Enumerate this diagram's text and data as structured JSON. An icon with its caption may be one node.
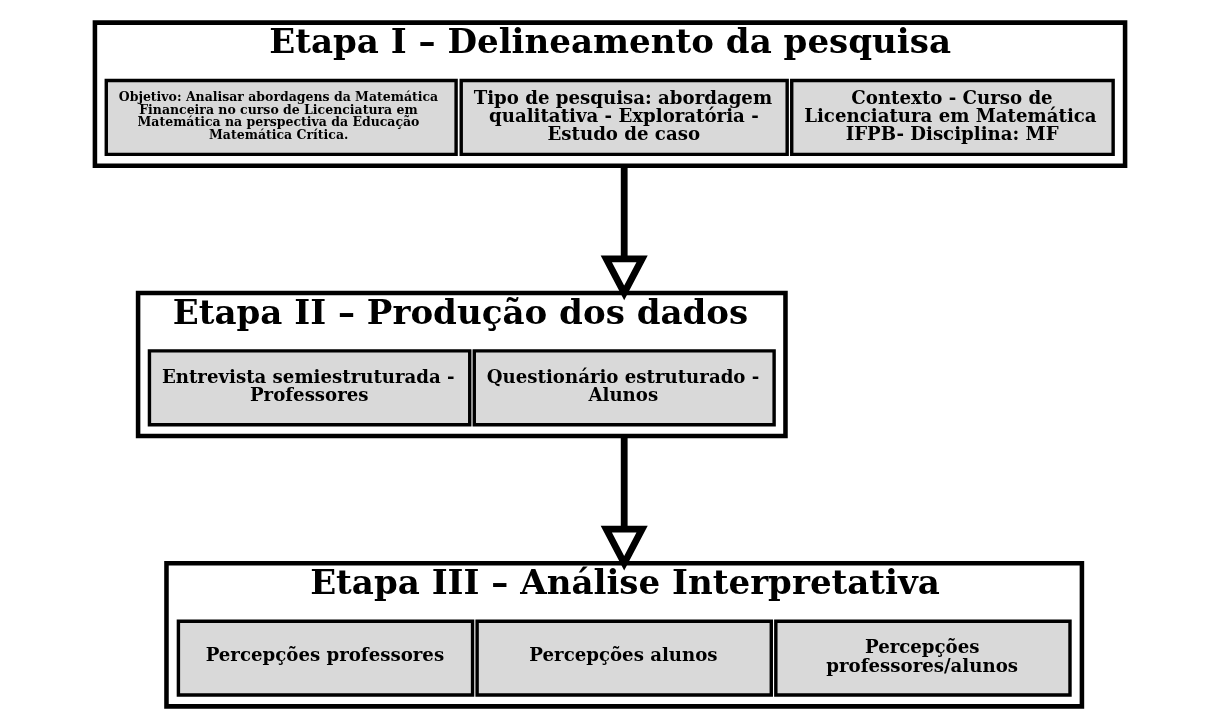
{
  "diagram": {
    "nodes": [
      {
        "text": [
          "Etapa I – Delineamento da pesquisa"
        ]
      },
      {
        "text": [
          "Objetivo: Analisar abordagens da Matemática Financeira no curso de Licenciatura em Matemática na perspectiva da Educação Matemática Crítica."
        ],
        "in": 0
      },
      {
        "text": [
          "Tipo de pesquisa: abordagem qualitativa - Exploratória - Estudo de caso"
        ],
        "in": 0
      },
      {
        "text": [
          "Contexto - Curso de Licenciatura em Matemática IFPB- Disciplina: MF"
        ],
        "in": 0
      },
      {
        "text": [
          "Etapa II – Produção dos dados"
        ]
      },
      {
        "text": [
          "Entrevista semiestruturada - Professores"
        ],
        "in": 4
      },
      {
        "text": [
          "Questionário estruturado - Alunos"
        ],
        "in": 4
      },
      {
        "text": [
          "Etapa III – Análise Interpretativa"
        ]
      },
      {
        "text": [
          "Percepções professores"
        ],
        "in": 7
      },
      {
        "text": [
          "Percepções alunos"
        ],
        "in": 7
      },
      {
        "text": [
          "Percepções professores/alunos"
        ],
        "in": 7
      }
    ],
    "edges": [
      {
        "from": 0,
        "to": 4,
        "arrow": "to"
      },
      {
        "from": 4,
        "to": 7,
        "arrow": "to"
      }
    ]
  }
}
